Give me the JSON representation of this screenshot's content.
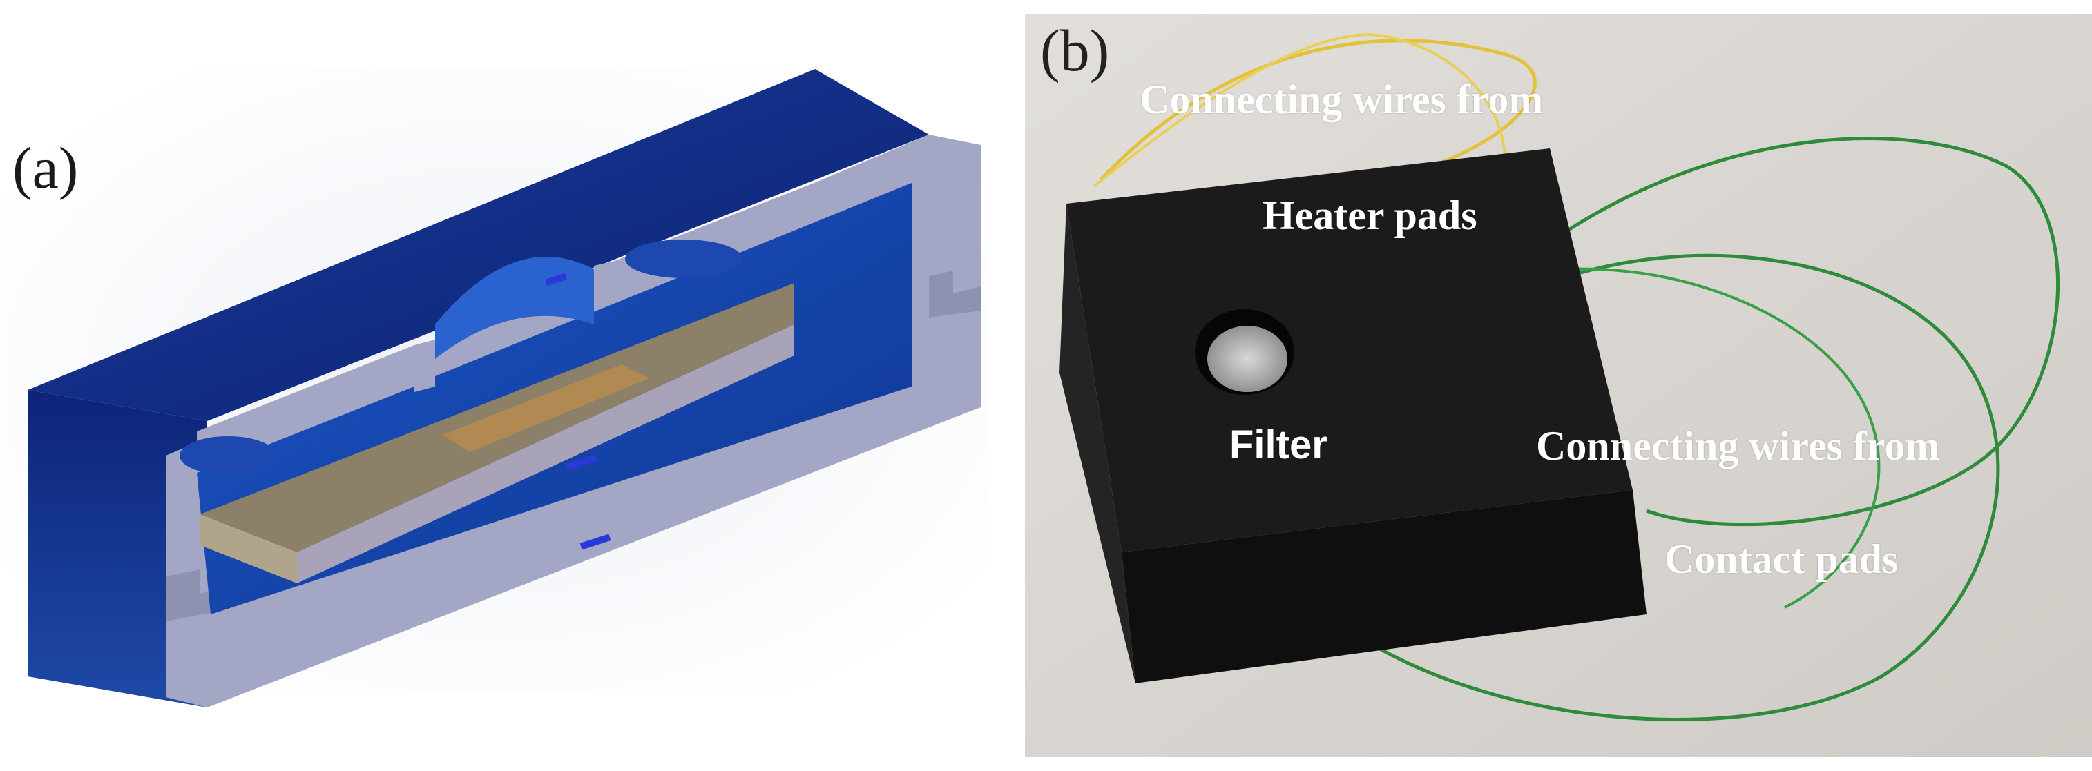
{
  "panels": {
    "a": {
      "tag": "(a)"
    },
    "b": {
      "tag": "(b)",
      "labels": {
        "wires_heater": "Connecting wires from",
        "heater_pads": "Heater pads",
        "filter": "Filter",
        "wires_contact": "Connecting wires from",
        "contact_pads": "Contact pads"
      }
    }
  },
  "colors": {
    "housing_dark_blue": "#0f2a80",
    "cut_face_grey": "#a3a6c4",
    "chip_tan": "#8c8068",
    "heater_gold": "#b08a52",
    "foam_black": "#141414",
    "wire_green": "#2e8b3a",
    "wire_yellow": "#e2c23a",
    "background_grey": "#d9d6d2"
  }
}
